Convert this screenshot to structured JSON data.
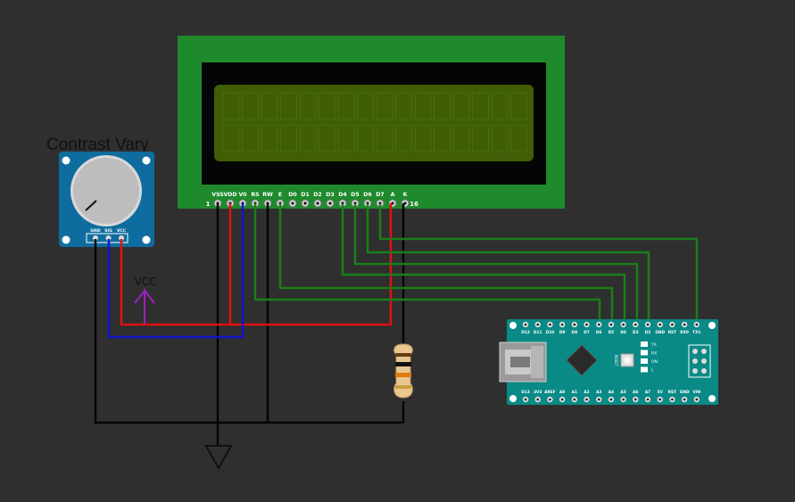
{
  "colors": {
    "background": "#2f2f2f",
    "lcd_board": "#1f8a2c",
    "lcd_bezel": "#050505",
    "lcd_screen": "#3f5e06",
    "pcb_blue": "#0e6d9e",
    "nano_teal": "#0a8a86",
    "wire_red": "#e01010",
    "wire_blue": "#1414c8",
    "wire_green": "#1a7e1a",
    "wire_black": "#050505",
    "vcc_purple": "#a020c0"
  },
  "labels": {
    "pot_title": "Contrast Vary",
    "vcc": "VCC"
  },
  "lcd": {
    "pins": [
      "VSS",
      "VDD",
      "V0",
      "RS",
      "RW",
      "E",
      "D0",
      "D1",
      "D2",
      "D3",
      "D4",
      "D5",
      "D6",
      "D7",
      "A",
      "K"
    ],
    "pin_first": "1",
    "pin_last": "16"
  },
  "pot": {
    "pins": [
      "GND",
      "SIG",
      "VCC"
    ]
  },
  "nano": {
    "top_pins": [
      "D12",
      "D11",
      "D10",
      "D9",
      "D8",
      "D7",
      "D6",
      "D5",
      "D4",
      "D3",
      "D2",
      "GND",
      "RST",
      "RX0",
      "TX1"
    ],
    "bottom_pins": [
      "D13",
      "3V3",
      "AREF",
      "A0",
      "A1",
      "A2",
      "A3",
      "A4",
      "A5",
      "A6",
      "A7",
      "5V",
      "RST",
      "GND",
      "VIN"
    ],
    "leds": [
      "TX",
      "RX",
      "ON",
      "L"
    ],
    "reset_label": "RESET"
  }
}
